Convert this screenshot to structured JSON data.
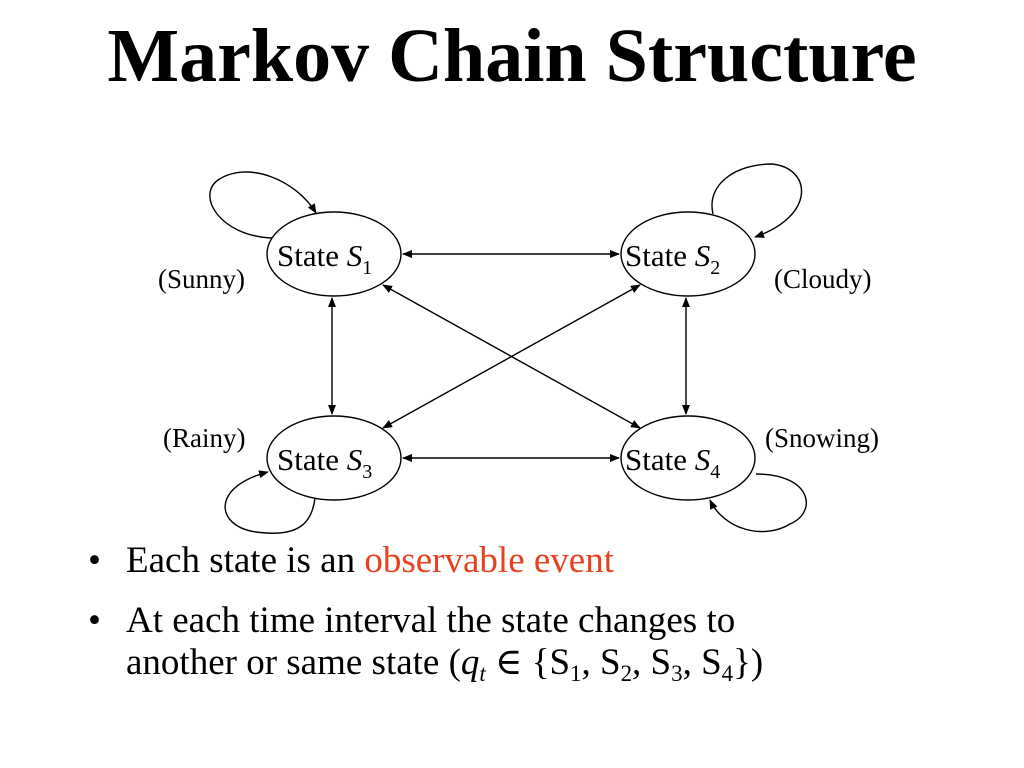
{
  "title": "Markov Chain Structure",
  "diagram": {
    "state_prefix": "State ",
    "states": [
      {
        "symbol": "S",
        "sub": "1",
        "weather": "(Sunny)"
      },
      {
        "symbol": "S",
        "sub": "2",
        "weather": "(Cloudy)"
      },
      {
        "symbol": "S",
        "sub": "3",
        "weather": "(Rainy)"
      },
      {
        "symbol": "S",
        "sub": "4",
        "weather": "(Snowing)"
      }
    ]
  },
  "bullets": {
    "b1_text": "Each state is an ",
    "b1_highlight": "observable event",
    "b1_highlight_color": "#e8411f",
    "b2_line1": "At each time interval the state changes to",
    "b2_line2_prefix": "another or same state (",
    "q_var": "q",
    "q_sub": "t",
    "element_of": "∈",
    "set_open": "{",
    "set_items": [
      {
        "s": "S",
        "sub": "1",
        "sep": ", "
      },
      {
        "s": "S",
        "sub": "2",
        "sep": ", "
      },
      {
        "s": "S",
        "sub": "3",
        "sep": ", "
      },
      {
        "s": "S",
        "sub": "4",
        "sep": ""
      }
    ],
    "set_close": "})"
  }
}
